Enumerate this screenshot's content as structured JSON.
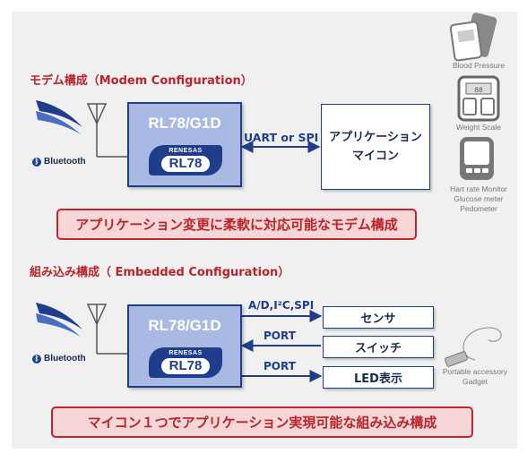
{
  "modem": {
    "title": "モデム構成（Modem Configuration）",
    "bluetooth_label": "Bluetooth",
    "chip_name": "RL78/G1D",
    "logo_top": "RENESAS",
    "logo_main": "RL78",
    "link_label": "UART or SPI",
    "app_box_line1": "アプリケーション",
    "app_box_line2": "マイコン",
    "banner": "アプリケーション変更に柔軟に対応可能なモデム構成"
  },
  "embedded": {
    "title": "組み込み構成（ Embedded Configuration）",
    "bluetooth_label": "Bluetooth",
    "chip_name": "RL78/G1D",
    "logo_top": "RENESAS",
    "logo_main": "RL78",
    "links": [
      {
        "label": "A/D,I²C,SPI",
        "target": "センサ"
      },
      {
        "label": "PORT",
        "target": "スイッチ"
      },
      {
        "label": "PORT",
        "target": "LED表示"
      }
    ],
    "banner": "マイコン１つでアプリケーション実現可能な組み込み構成"
  },
  "devices": {
    "blood_pressure": "Blood Pressure",
    "weight_scale": "Weight Scale",
    "hr_line1": "Hart rate Monitor",
    "hr_line2": "Glucose meter",
    "hr_line3": "Pedometer",
    "accessory_line1": "Portable accessory",
    "accessory_line2": "Gadget",
    "scale_display": "88"
  },
  "colors": {
    "accent_red": "#b8242b",
    "chip_fill": "#a8b9e3",
    "chip_border": "#1f3d8a",
    "banner_fill": "#f6d6d6"
  }
}
